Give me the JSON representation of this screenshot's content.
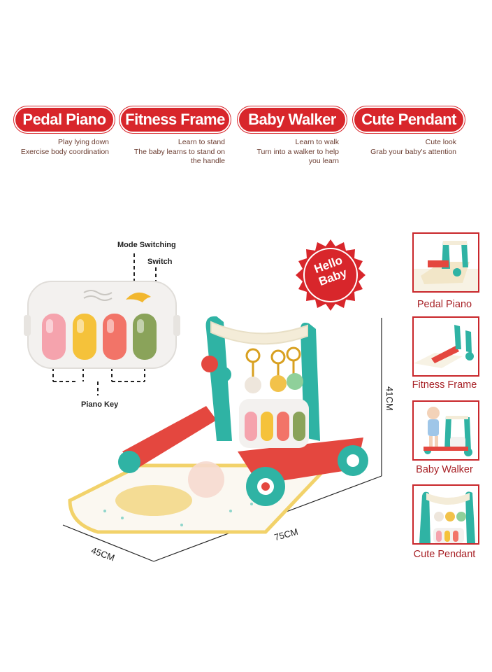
{
  "features": [
    {
      "title": "Pedal Piano",
      "desc": [
        "Play lying down",
        "Exercise body coordination"
      ]
    },
    {
      "title": "Fitness Frame",
      "desc": [
        "Learn to stand",
        "The baby learns to stand on",
        "the handle"
      ]
    },
    {
      "title": "Baby Walker",
      "desc": [
        "Learn to walk",
        "Turn into a walker to help",
        "you learn"
      ]
    },
    {
      "title": "Cute Pendant",
      "desc": [
        "Cute look",
        "Grab your baby's attention"
      ]
    }
  ],
  "callouts": {
    "mode_switching": "Mode Switching",
    "switch": "Switch",
    "piano_key": "Piano Key"
  },
  "badge": {
    "line1": "Hello",
    "line2": "Baby"
  },
  "dimensions": {
    "height": "41CM",
    "length": "75CM",
    "width": "45CM"
  },
  "thumbnails": [
    "Pedal Piano",
    "Fitness Frame",
    "Baby Walker",
    "Cute Pendant"
  ],
  "colors": {
    "brand_red": "#d8262b",
    "teal": "#2fb3a4",
    "mat_yellow": "#f2d26a"
  }
}
